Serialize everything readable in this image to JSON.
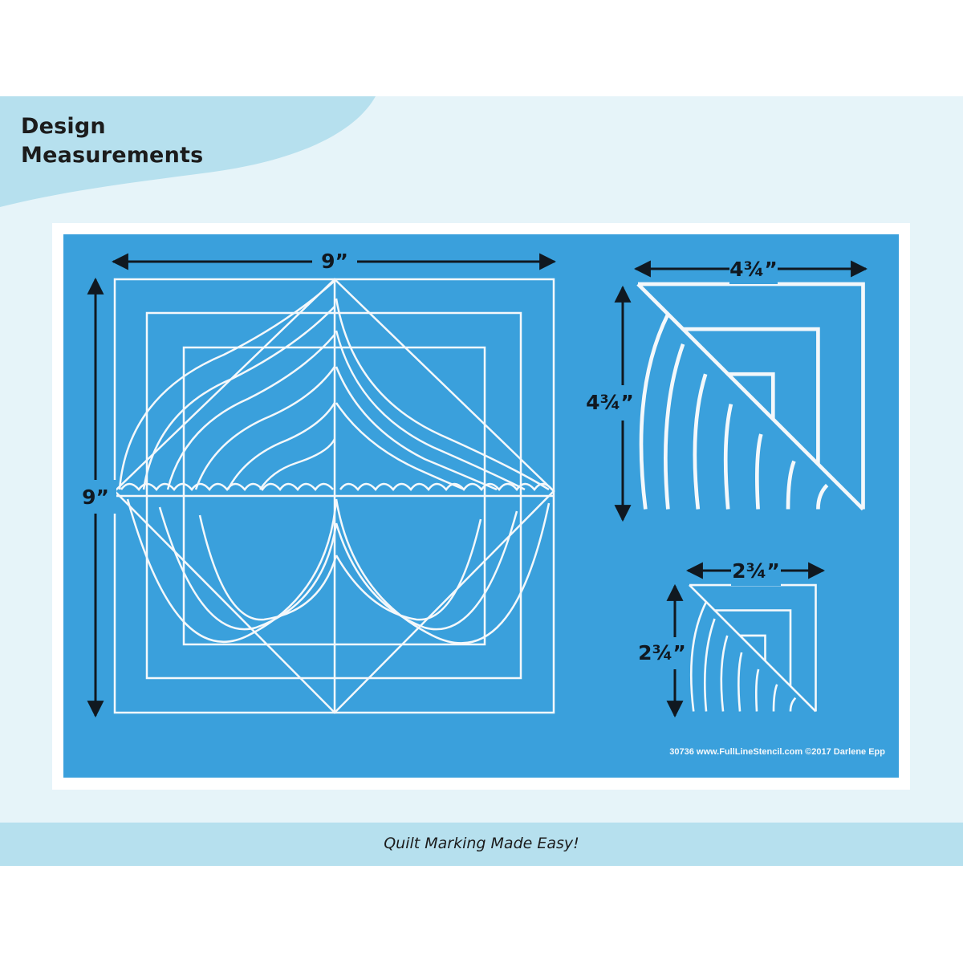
{
  "header": {
    "title_line1": "Design",
    "title_line2": "Measurements"
  },
  "stencil": {
    "large_width": "9”",
    "large_height": "9”",
    "medium_width": "4¾”",
    "medium_height": "4¾”",
    "small_width": "2¾”",
    "small_height": "2¾”",
    "credit": "30736 www.FullLineStencil.com ©2017 Darlene Epp"
  },
  "footer": {
    "tagline": "Quilt Marking Made Easy!"
  },
  "colors": {
    "stencil_blue": "#3aa0dc",
    "band": "#e6f4f9",
    "accent": "#b6e0ee",
    "text": "#1c1c1c"
  }
}
